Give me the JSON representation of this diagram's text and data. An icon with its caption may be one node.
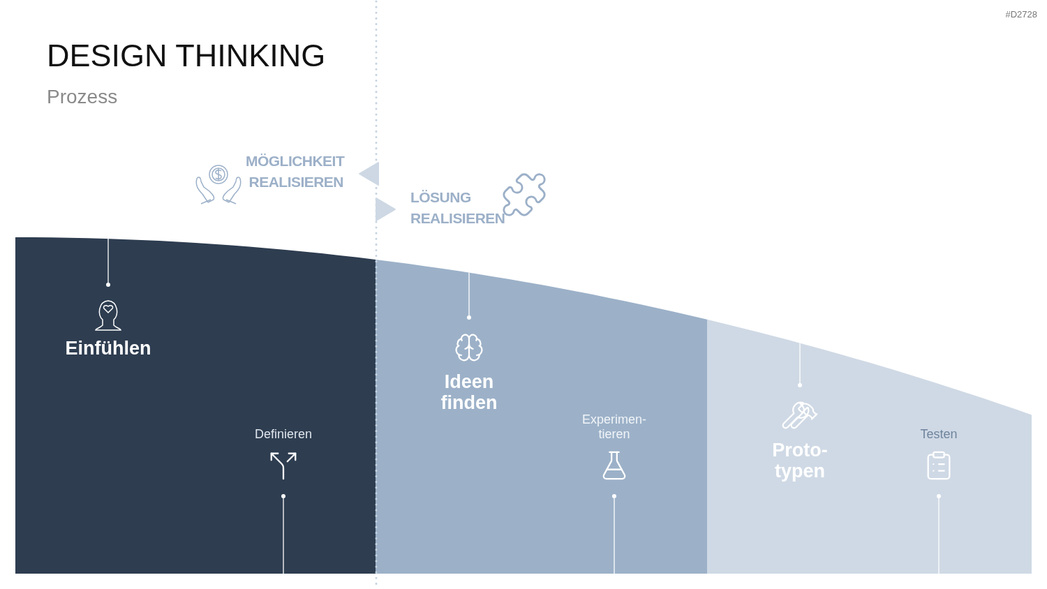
{
  "diagram": {
    "title": "DESIGN THINKING",
    "nodes": [
      {
        "text": [
          "Einfühlen",
          "Definieren"
        ]
      },
      {
        "text": [
          "Ideen finden",
          "Experimen- tieren"
        ]
      },
      {
        "text": [
          "Proto- typen",
          "Testen"
        ]
      }
    ],
    "labels": [
      "#D2728",
      "Prozess",
      "MÖGLICHKEIT REALISIEREN",
      "LÖSUNG REALISIEREN"
    ]
  }
}
